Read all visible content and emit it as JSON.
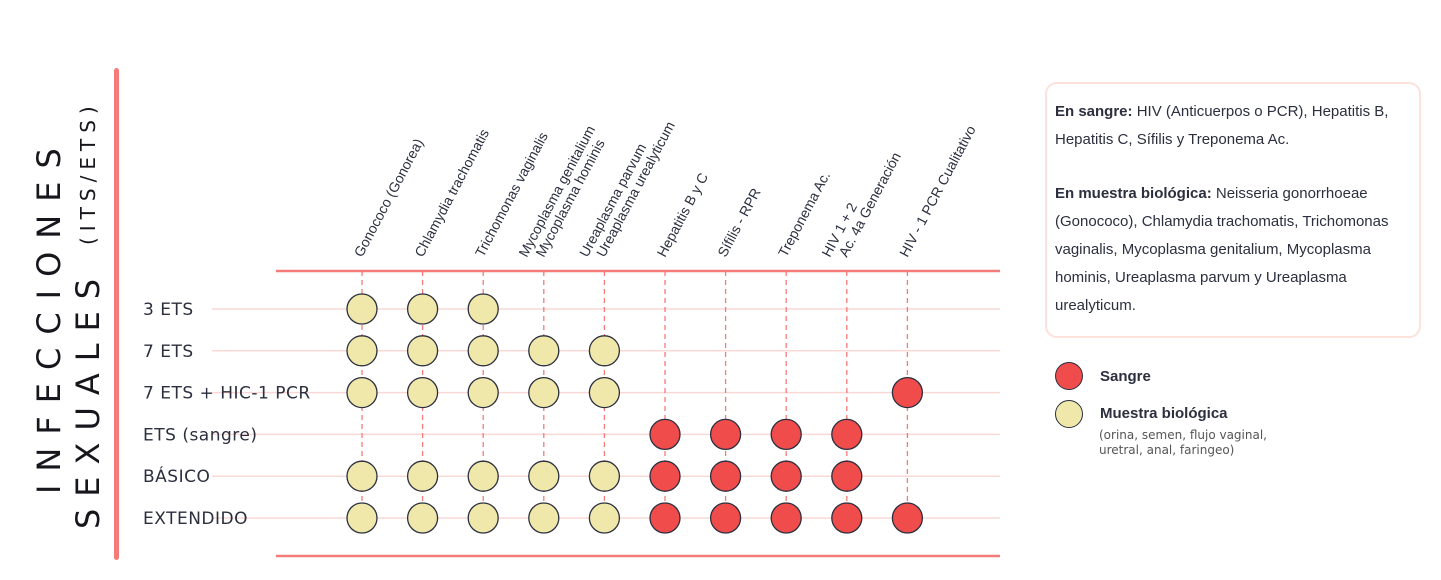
{
  "title": {
    "line1": "INFECCIONES",
    "line2_main": "SEXUALES",
    "line2_sub": "(ITS/ETS)"
  },
  "colors": {
    "accent": "#f47c78",
    "sangre": "#f04c4c",
    "muestra": "#f0e8aa",
    "outline": "#2b2f3e"
  },
  "info": {
    "sangre_heading": "En sangre:",
    "sangre_text": " HIV (Anticuerpos o PCR), Hepatitis B, Hepatitis C, Sífilis y Treponema Ac.",
    "muestra_heading": "En muestra biológica:",
    "muestra_text": " Neisseria gonorrhoeae (Gonococo), Chlamydia trachomatis, Trichomonas vaginalis, Mycoplasma genitalium, Mycoplasma hominis, Ureaplasma parvum y Ureaplasma urealyticum."
  },
  "legend": {
    "sangre": "Sangre",
    "muestra": "Muestra biológica",
    "muestra_note": "(orina, semen, flujo vaginal, uretral, anal, faringeo)"
  },
  "chart_data": {
    "type": "table",
    "columns": [
      {
        "lines": [
          "Gonococo (Gonorea)"
        ],
        "type": "muestra"
      },
      {
        "lines": [
          "Chlamydia trachomatis"
        ],
        "type": "muestra"
      },
      {
        "lines": [
          "Trichomonas vaginalis"
        ],
        "type": "muestra"
      },
      {
        "lines": [
          "Mycoplasma genitalium",
          "Mycoplasma hominis"
        ],
        "type": "muestra"
      },
      {
        "lines": [
          "Ureaplasma parvum",
          "Ureaplasma urealyticum"
        ],
        "type": "muestra"
      },
      {
        "lines": [
          "Hepatitis B y C"
        ],
        "type": "sangre"
      },
      {
        "lines": [
          "Sífilis - RPR"
        ],
        "type": "sangre"
      },
      {
        "lines": [
          "Treponema Ac."
        ],
        "type": "sangre"
      },
      {
        "lines": [
          "HIV 1 + 2",
          "Ac. 4a Generación"
        ],
        "type": "sangre"
      },
      {
        "lines": [
          "HIV - 1 PCR Cualitativo"
        ],
        "type": "sangre"
      }
    ],
    "rows": [
      {
        "label": "3 ETS",
        "cells": [
          1,
          1,
          1,
          0,
          0,
          0,
          0,
          0,
          0,
          0
        ]
      },
      {
        "label": "7 ETS",
        "cells": [
          1,
          1,
          1,
          1,
          1,
          0,
          0,
          0,
          0,
          0
        ]
      },
      {
        "label": "7 ETS + HIC-1 PCR",
        "cells": [
          1,
          1,
          1,
          1,
          1,
          0,
          0,
          0,
          0,
          1
        ]
      },
      {
        "label": "ETS (sangre)",
        "cells": [
          0,
          0,
          0,
          0,
          0,
          1,
          1,
          1,
          1,
          0
        ]
      },
      {
        "label": "BÁSICO",
        "cells": [
          1,
          1,
          1,
          1,
          1,
          1,
          1,
          1,
          1,
          0
        ]
      },
      {
        "label": "EXTENDIDO",
        "cells": [
          1,
          1,
          1,
          1,
          1,
          1,
          1,
          1,
          1,
          1
        ]
      }
    ]
  }
}
